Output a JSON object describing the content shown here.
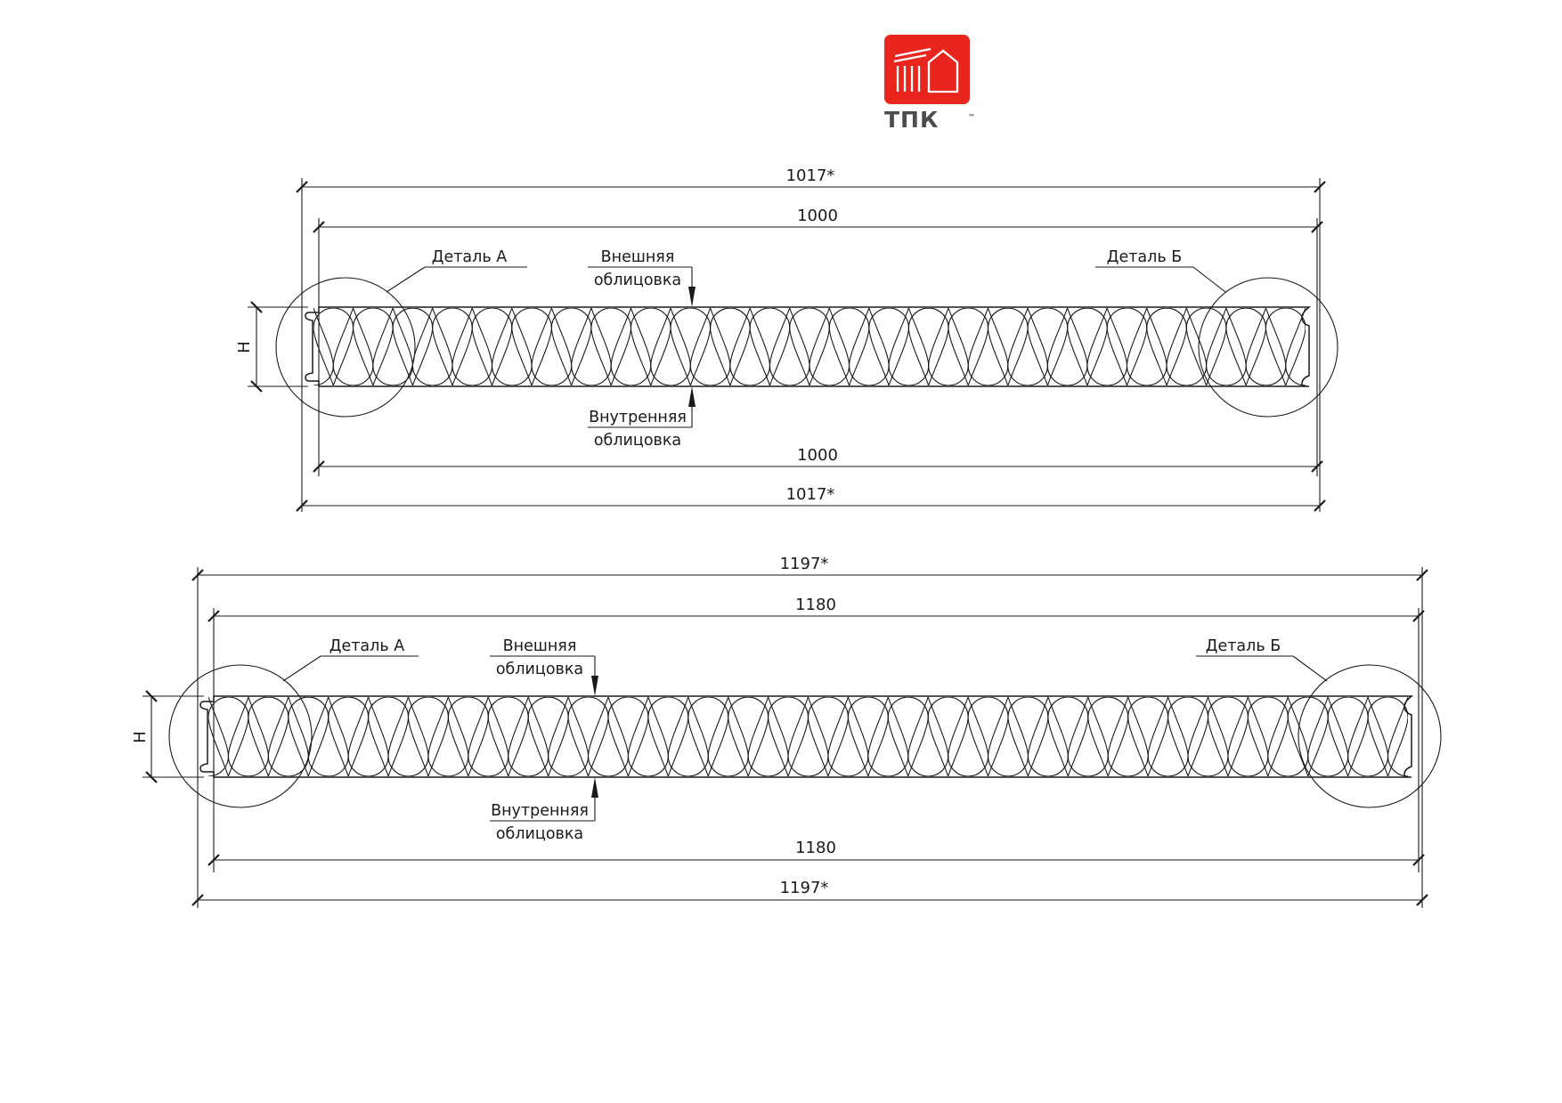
{
  "logo": {
    "wordmark": "ТПК",
    "trademark": "™",
    "colors": {
      "brand_red": "#e8261e",
      "wordmark_gray": "#4d4d4d"
    }
  },
  "labels": {
    "detail_a": "Деталь А",
    "detail_b": "Деталь Б",
    "outer_line1": "Внешняя",
    "outer_line2": "облицовка",
    "inner_line1": "Внутренняя",
    "inner_line2": "облицовка",
    "height": "Н"
  },
  "panels": [
    {
      "total_width": "1017*",
      "working_width": "1000"
    },
    {
      "total_width": "1197*",
      "working_width": "1180"
    }
  ]
}
